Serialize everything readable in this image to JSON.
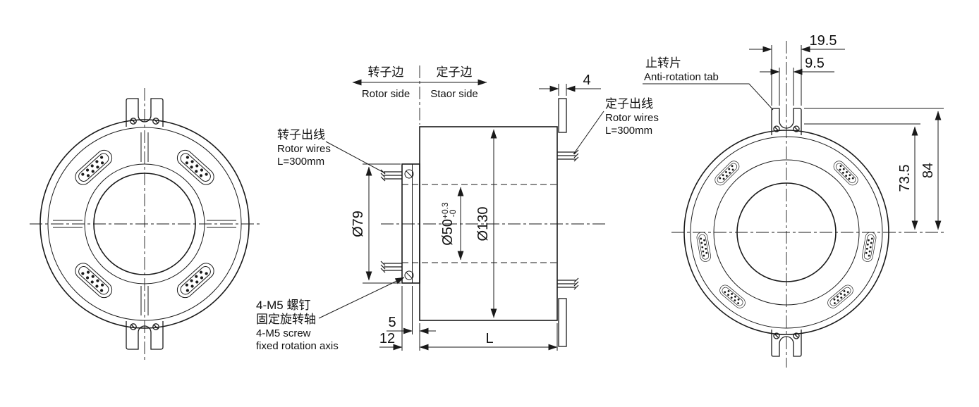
{
  "drawing": {
    "side_labels": {
      "rotor_cn": "转子边",
      "rotor_en": "Rotor side",
      "stator_cn": "定子边",
      "stator_en": "Staor side"
    },
    "annotations": {
      "rotor_wires": {
        "cn": "转子出线",
        "en": "Rotor wires",
        "len": "L=300mm"
      },
      "stator_wires": {
        "cn": "定子出线",
        "en": "Rotor wires",
        "len": "L=300mm"
      },
      "anti_rotation": {
        "cn": "止转片",
        "en": "Anti-rotation tab"
      },
      "screw": {
        "cn1": "4-M5 螺钉",
        "cn2": "固定旋转轴",
        "en1": "4-M5 screw",
        "en2": "fixed rotation axis"
      }
    },
    "dims": {
      "d79": "Ø79",
      "d130": "Ø130",
      "d50": "Ø50",
      "d50_tol_top": "+0.3",
      "d50_tol_bot": "-0",
      "tab_thickness": "4",
      "offset5": "5",
      "offset12": "12",
      "length": "L",
      "tab_width": "19.5",
      "slot_width": "9.5",
      "r735": "73.5",
      "r84": "84"
    },
    "colors": {
      "line": "#1a1a1a",
      "background": "#ffffff"
    }
  }
}
